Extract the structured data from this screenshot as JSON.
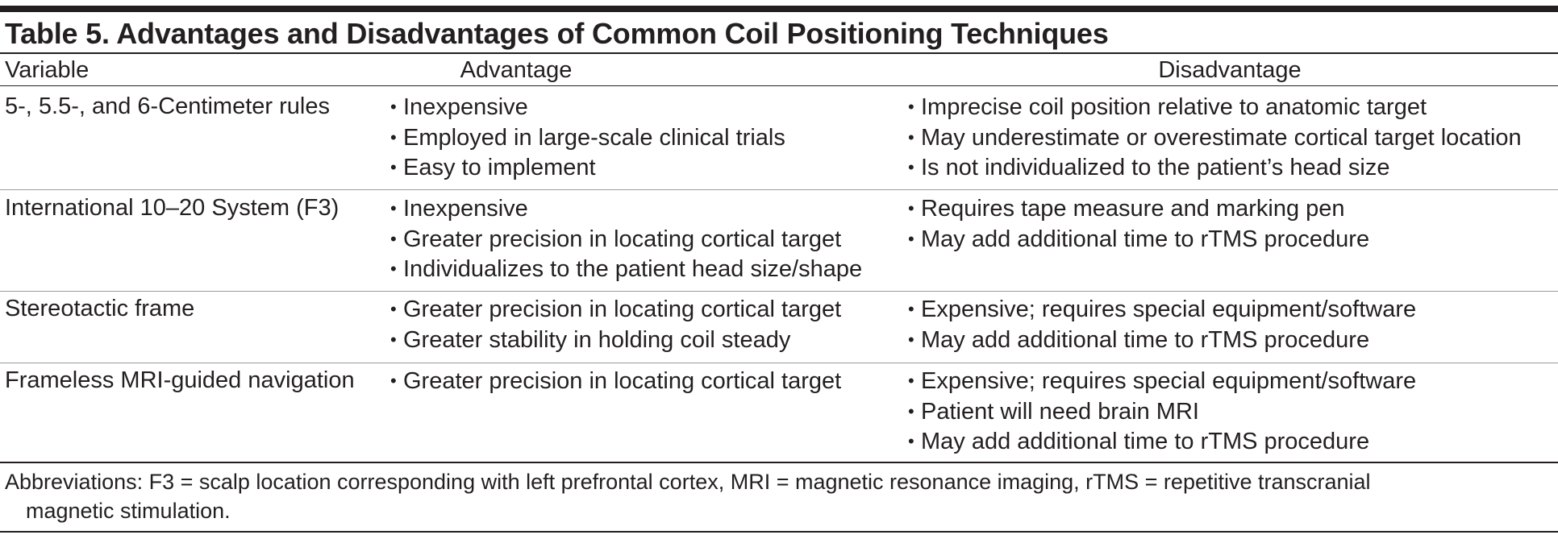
{
  "table": {
    "title": "Table 5. Advantages and Disadvantages of Common Coil Positioning Techniques",
    "headers": {
      "variable": "Variable",
      "advantage": "Advantage",
      "disadvantage": "Disadvantage"
    },
    "bullet": "•",
    "rows": [
      {
        "variable": "5-, 5.5-, and 6-Centimeter rules",
        "advantages": [
          "Inexpensive",
          "Employed in large-scale clinical trials",
          "Easy to implement"
        ],
        "disadvantages": [
          "Imprecise coil position relative to anatomic target",
          "May underestimate or overestimate cortical target location",
          "Is not individualized to the patient’s head size"
        ]
      },
      {
        "variable": "International 10–20 System (F3)",
        "advantages": [
          "Inexpensive",
          "Greater precision in locating cortical target",
          "Individualizes to the patient head size/shape"
        ],
        "disadvantages": [
          "Requires tape measure and marking pen",
          "May add additional time to rTMS procedure"
        ]
      },
      {
        "variable": "Stereotactic frame",
        "advantages": [
          "Greater precision in locating cortical target",
          "Greater stability in holding coil steady"
        ],
        "disadvantages": [
          "Expensive; requires special equipment/software",
          "May add additional time to rTMS procedure"
        ]
      },
      {
        "variable": "Frameless MRI-guided navigation",
        "advantages": [
          "Greater precision in locating cortical target"
        ],
        "disadvantages": [
          "Expensive; requires special equipment/software",
          "Patient will need brain MRI",
          "May add additional time to rTMS procedure"
        ]
      }
    ],
    "footnote": {
      "line1": "Abbreviations: F3 = scalp location corresponding with left prefrontal cortex, MRI = magnetic resonance imaging, rTMS = repetitive transcranial",
      "line2": "magnetic stimulation."
    }
  }
}
